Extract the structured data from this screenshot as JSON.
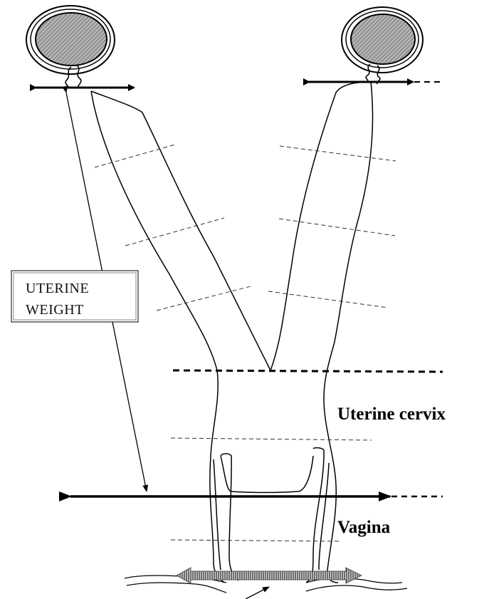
{
  "labels": {
    "uterine_weight_line1": "UTERINE",
    "uterine_weight_line2": "WEIGHT",
    "uterine_cervix": "Uterine cervix",
    "vagina": "Vagina"
  },
  "colors": {
    "ink": "#000000",
    "ovary_fill": "#a8a8a8",
    "background": "#ffffff"
  },
  "icons": {
    "ovary": "ovary-hatched-ellipse",
    "double_arrow": "double-headed-arrow"
  }
}
